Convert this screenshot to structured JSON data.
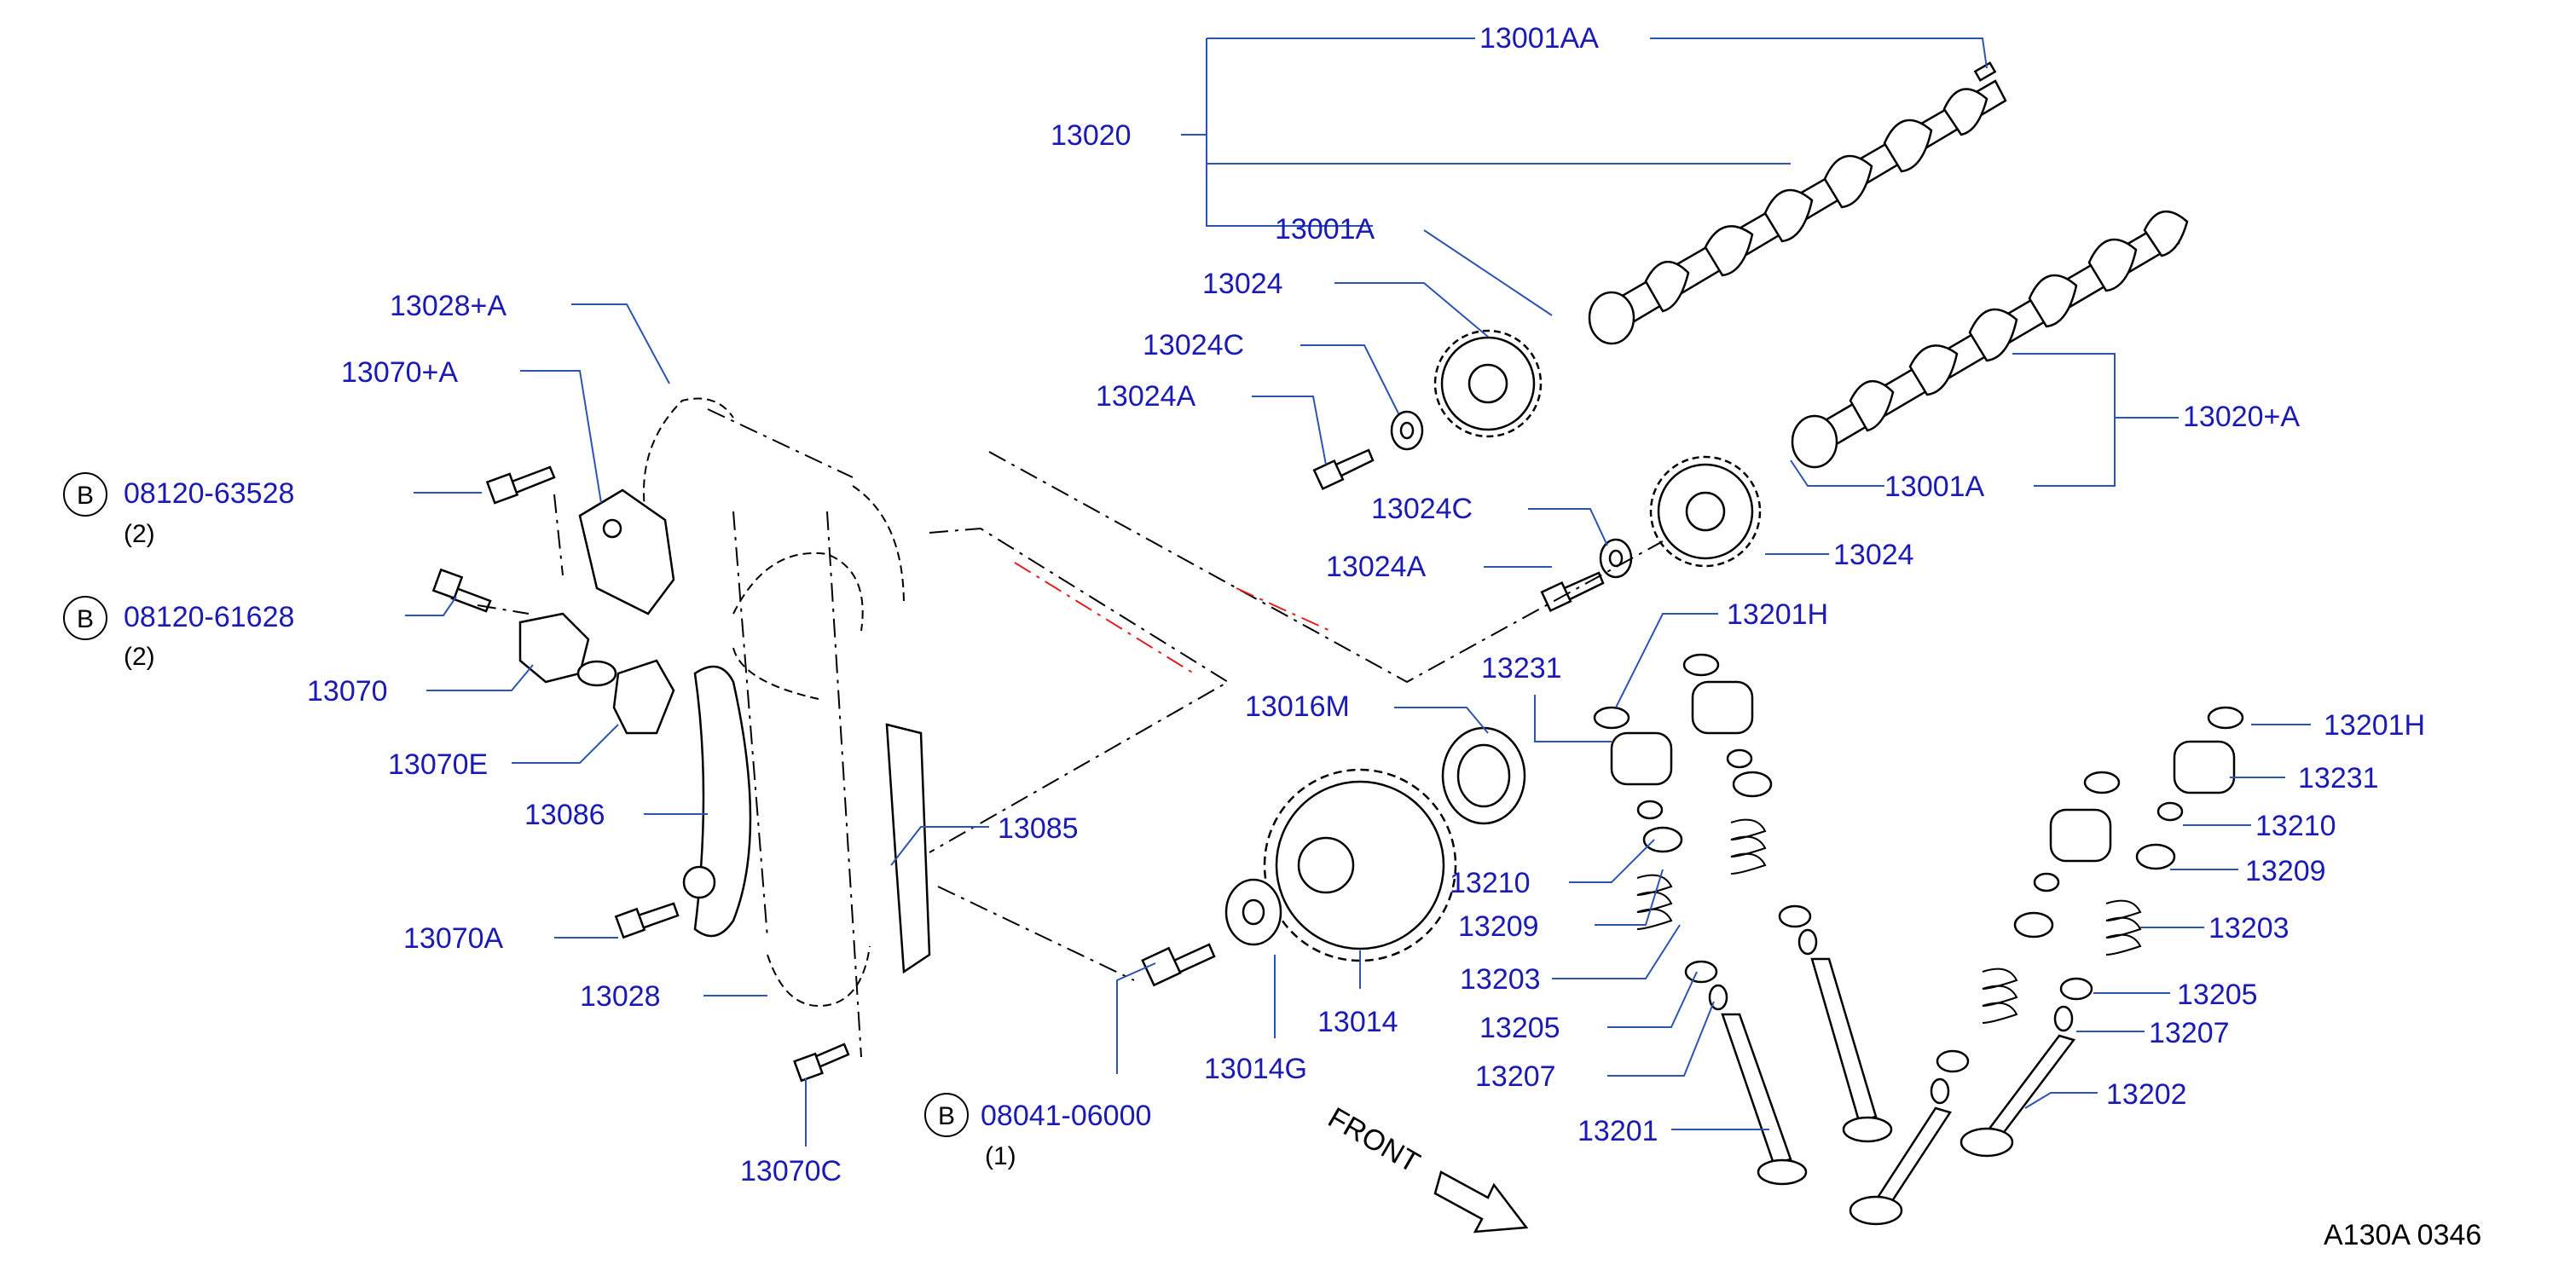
{
  "labels": {
    "l13001AA": "13001AA",
    "l13020": "13020",
    "l13001A_top": "13001A",
    "l13024_top": "13024",
    "l13024C_top": "13024C",
    "l13024A_top": "13024A",
    "l13020A": "13020+A",
    "l13001A_mid": "13001A",
    "l13024C_mid": "13024C",
    "l13024_mid": "13024",
    "l13024A_mid": "13024A",
    "l13201H_l": "13201H",
    "l13231_l": "13231",
    "l13016M": "13016M",
    "l13210_l": "13210",
    "l13209_l": "13209",
    "l13203_l": "13203",
    "l13205_l": "13205",
    "l13207_l": "13207",
    "l13201": "13201",
    "l13014": "13014",
    "l13014G": "13014G",
    "l08041": "08041-06000",
    "l13201H_r": "13201H",
    "l13231_r": "13231",
    "l13210_r": "13210",
    "l13209_r": "13209",
    "l13203_r": "13203",
    "l13205_r": "13205",
    "l13207_r": "13207",
    "l13202": "13202",
    "l13028A": "13028+A",
    "l13070A_top": "13070+A",
    "l08120_63528": "08120-63528",
    "l08120_61628": "08120-61628",
    "l13070": "13070",
    "l13070E": "13070E",
    "l13086": "13086",
    "l13085": "13085",
    "l13070A": "13070A",
    "l13028": "13028",
    "l13070C": "13070C"
  },
  "quantities": {
    "q1": "(2)",
    "q2": "(2)",
    "q3": "(1)"
  },
  "badges": {
    "b1": "B",
    "b2": "B",
    "b3": "B"
  },
  "direction": "FRONT",
  "diagram_code": "A130A  0346",
  "colors": {
    "label": "#1a1ab4",
    "leader": "#2b55b0",
    "highlight": "#e02020"
  }
}
